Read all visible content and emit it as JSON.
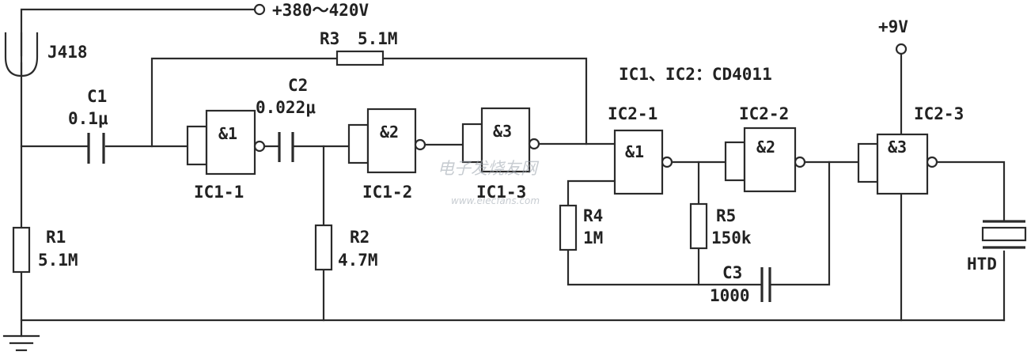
{
  "labels": {
    "supply_hv": "+380～420V",
    "sensor": "J418",
    "ic_note": "IC1、IC2：CD4011",
    "supply_9v": "+9V",
    "htd": "HTD"
  },
  "components": {
    "c1": {
      "name": "C1",
      "value": "0.1μ"
    },
    "c2": {
      "name": "C2",
      "value": "0.022μ"
    },
    "c3": {
      "name": "C3",
      "value": "1000"
    },
    "r1": {
      "name": "R1",
      "value": "5.1M"
    },
    "r2": {
      "name": "R2",
      "value": "4.7M"
    },
    "r3": {
      "name": "R3",
      "value": "5.1M"
    },
    "r4": {
      "name": "R4",
      "value": "1M"
    },
    "r5": {
      "name": "R5",
      "value": "150k"
    }
  },
  "gates": {
    "ic1_1": {
      "name": "IC1-1",
      "symbol": "&1"
    },
    "ic1_2": {
      "name": "IC1-2",
      "symbol": "&2"
    },
    "ic1_3": {
      "name": "IC1-3",
      "symbol": "&3"
    },
    "ic2_1": {
      "name": "IC2-1",
      "symbol": "&1"
    },
    "ic2_2": {
      "name": "IC2-2",
      "symbol": "&2"
    },
    "ic2_3": {
      "name": "IC2-3",
      "symbol": "&3"
    }
  },
  "watermark": {
    "text": "电子发烧友网",
    "url": "www.elecfans.com"
  }
}
